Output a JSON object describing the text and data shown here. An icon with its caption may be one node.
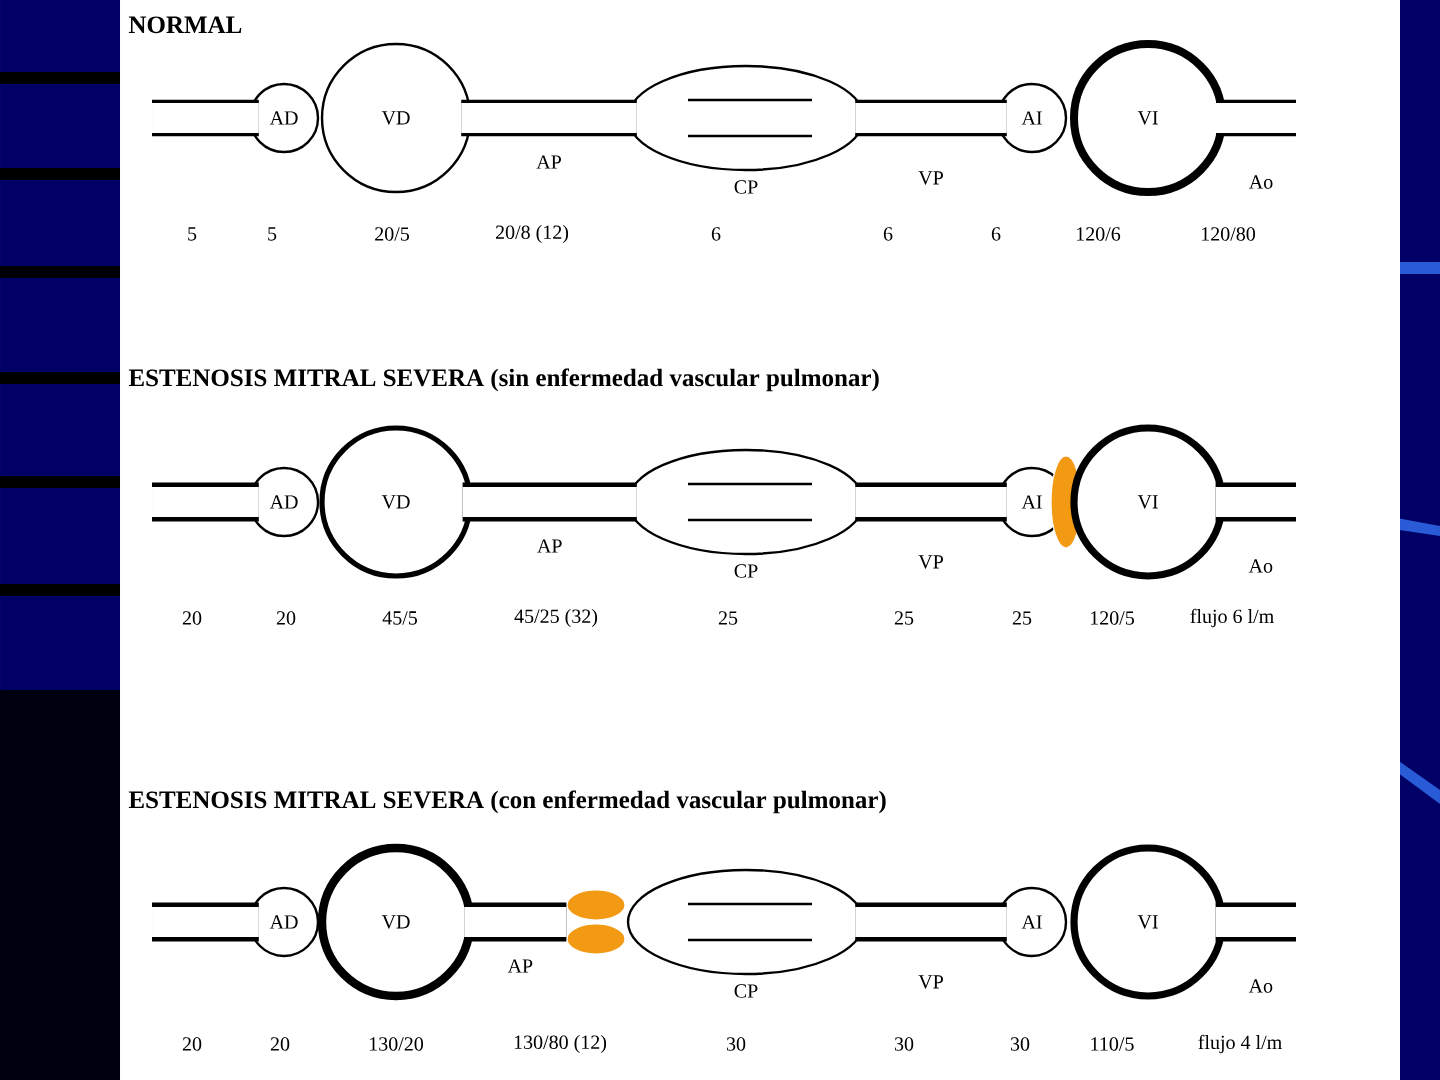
{
  "diagram": {
    "nodes": [
      {
        "text": [
          "AD"
        ]
      },
      {
        "text": [
          "VD"
        ]
      },
      {
        "text": [
          "CP"
        ]
      },
      {
        "text": [
          "AI"
        ]
      },
      {
        "text": [
          "VI"
        ]
      },
      {
        "text": [
          "AD"
        ]
      },
      {
        "text": [
          "VD"
        ]
      },
      {
        "text": [
          "CP"
        ]
      },
      {
        "text": [
          "AI"
        ]
      },
      {
        "text": [],
        "shape": "ellipse"
      },
      {
        "text": [
          "VI"
        ]
      },
      {
        "text": [
          "AD"
        ]
      },
      {
        "text": [
          "VD"
        ]
      },
      {
        "text": [],
        "shape": "ellipse"
      },
      {
        "text": [],
        "shape": "ellipse"
      },
      {
        "text": [
          "CP"
        ]
      },
      {
        "text": [
          "AI"
        ]
      },
      {
        "text": [
          "VI"
        ]
      }
    ],
    "edges": [
      {
        "from": null,
        "to": 0,
        "arrow": "none"
      },
      {
        "from": 1,
        "to": 2,
        "arrow": "none",
        "label": "AP"
      },
      {
        "from": 2,
        "to": 3,
        "arrow": "none",
        "label": "VP"
      },
      {
        "from": 4,
        "to": null,
        "arrow": "none",
        "label": "Ao"
      },
      {
        "from": null,
        "to": 5,
        "arrow": "none"
      },
      {
        "from": 6,
        "to": 7,
        "arrow": "none",
        "label": "AP"
      },
      {
        "from": 7,
        "to": 8,
        "arrow": "none",
        "label": "VP"
      },
      {
        "from": 10,
        "to": null,
        "arrow": "none",
        "label": "Ao"
      },
      {
        "from": null,
        "to": 11,
        "arrow": "none"
      },
      {
        "from": 12,
        "to": 13,
        "arrow": "none",
        "label": "AP"
      },
      {
        "from": 15,
        "to": 16,
        "arrow": "none",
        "label": "VP"
      },
      {
        "from": 17,
        "to": null,
        "arrow": "none",
        "label": "Ao"
      }
    ],
    "labels": [
      "NORMAL",
      "5",
      "5",
      "20/5",
      "20/8 (12)",
      "6",
      "6",
      "6",
      "120/6",
      "120/80",
      "ESTENOSIS MITRAL SEVERA (sin enfermedad vascular pulmonar)",
      "20",
      "20",
      "45/5",
      "45/25 (32)",
      "25",
      "25",
      "25",
      "120/5",
      "flujo 6 l/m",
      "ESTENOSIS MITRAL SEVERA (con enfermedad vascular pulmonar)",
      "20",
      "20",
      "130/20",
      "130/80 (12)",
      "30",
      "30",
      "30",
      "110/5",
      "flujo 4 l/m"
    ]
  }
}
